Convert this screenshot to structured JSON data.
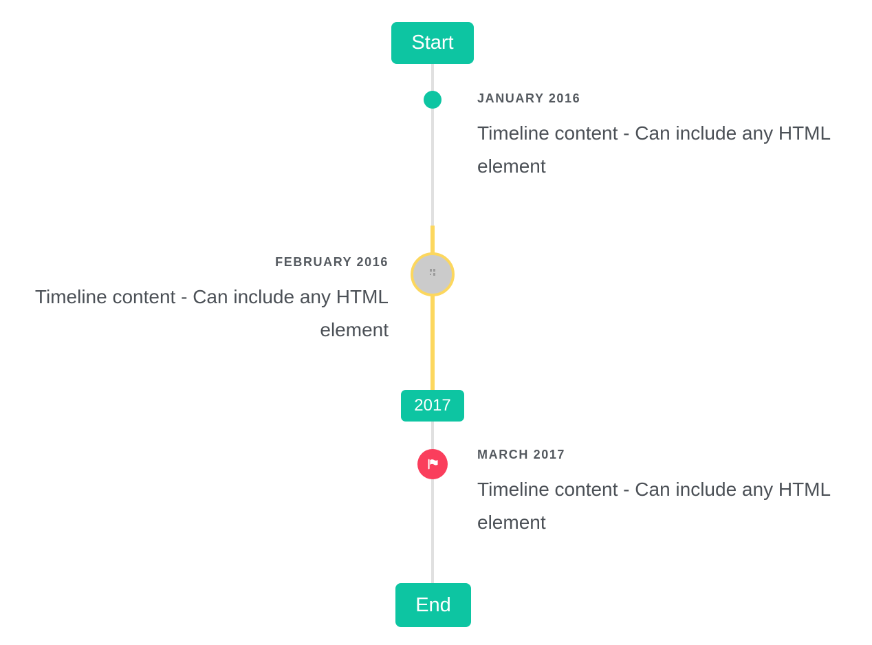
{
  "timeline": {
    "start_label": "Start",
    "end_label": "End",
    "year_badge": "2017",
    "entries": [
      {
        "date": "JANUARY 2016",
        "content": "Timeline content - Can include any HTML element",
        "side": "right",
        "marker": "dot"
      },
      {
        "date": "FEBRUARY 2016",
        "content": "Timeline content - Can include any HTML element",
        "side": "left",
        "marker": "image-placeholder"
      },
      {
        "date": "MARCH 2017",
        "content": "Timeline content - Can include any HTML element",
        "side": "right",
        "marker": "flag"
      }
    ],
    "colors": {
      "accent": "#0dc5a2",
      "highlight": "#fcd75e",
      "flag_marker": "#fa3e5c",
      "line": "#e0e0e0",
      "image_placeholder": "#cbcbcb",
      "label_text": "#54595f",
      "content_text": "#4b5056"
    }
  }
}
